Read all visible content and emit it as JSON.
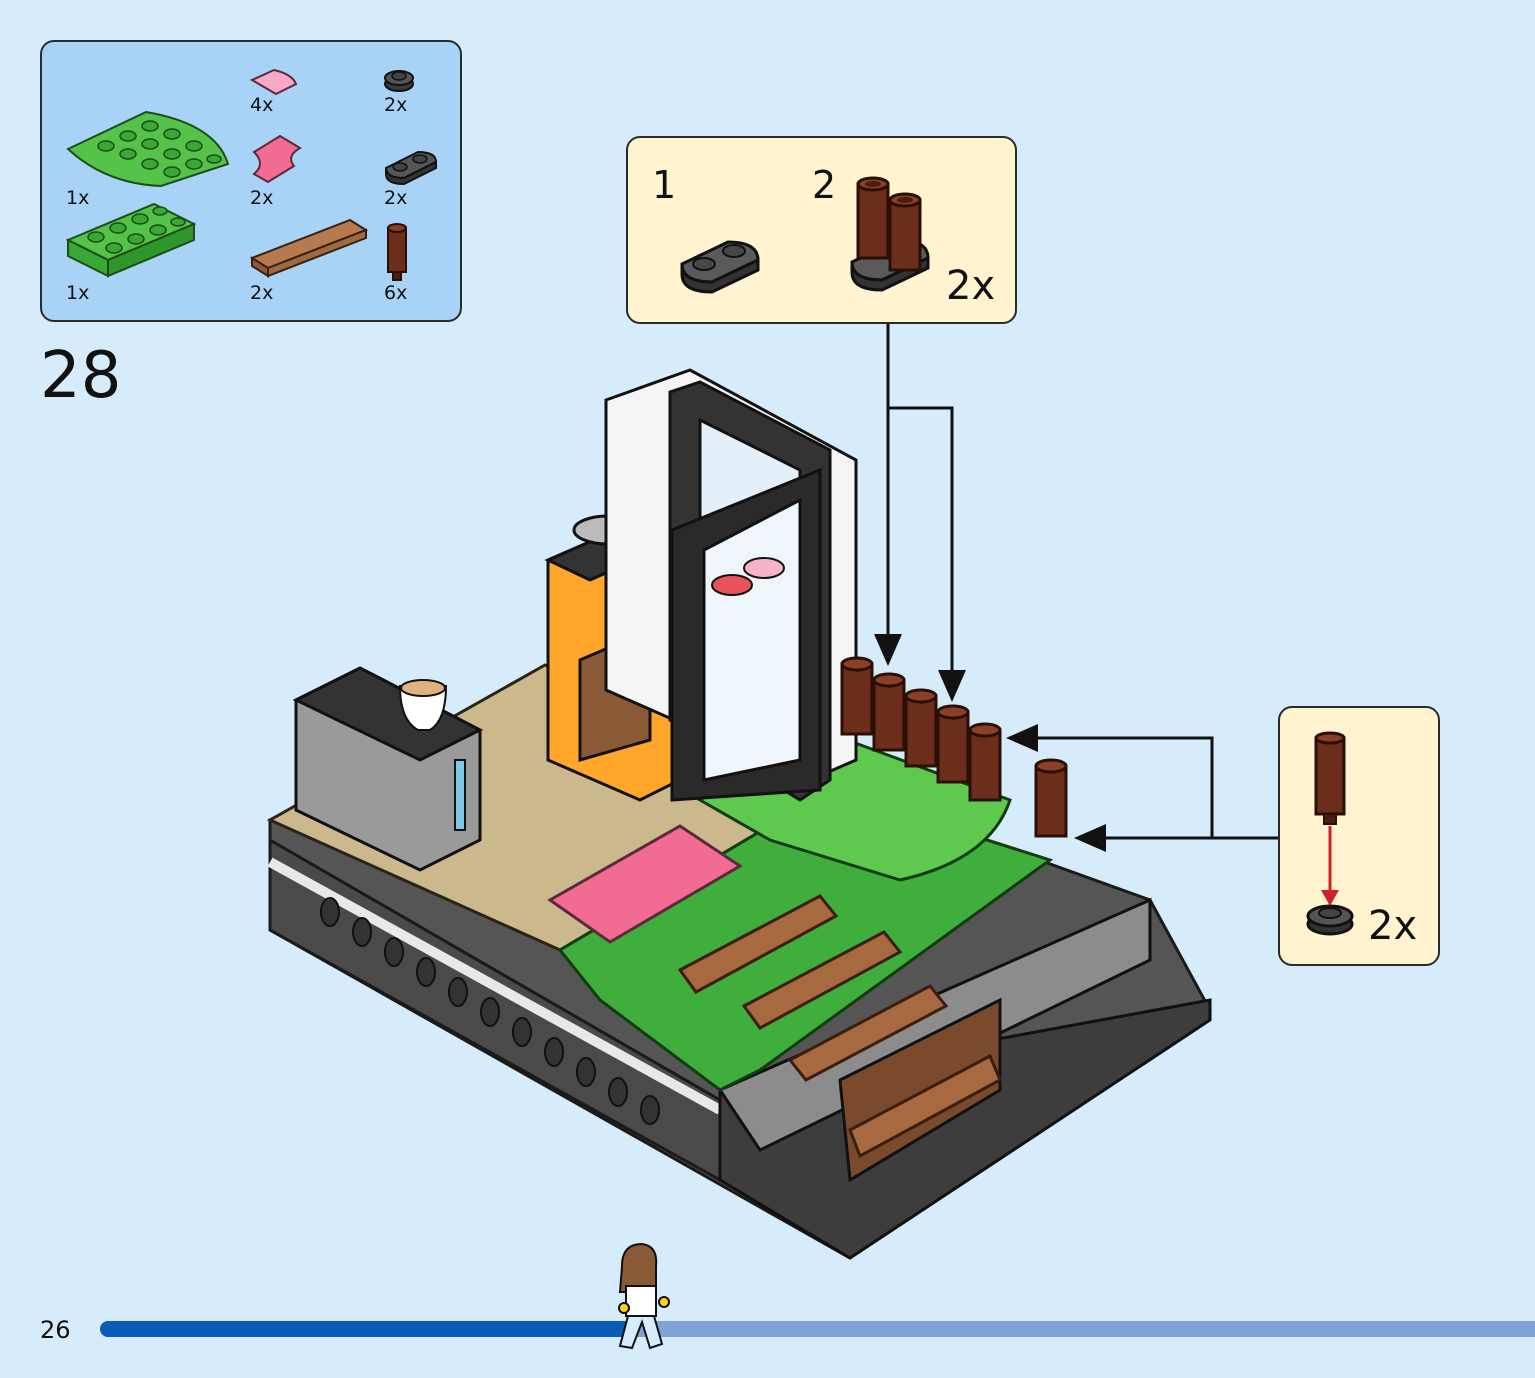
{
  "parts_list": {
    "items": [
      {
        "name": "green-quarter-round-plate",
        "qty": "1x"
      },
      {
        "name": "green-plate-2x4",
        "qty": "1x"
      },
      {
        "name": "pink-quarter-tile",
        "qty": "4x"
      },
      {
        "name": "pink-curved-tile",
        "qty": "2x"
      },
      {
        "name": "brown-tile-1x6",
        "qty": "2x"
      },
      {
        "name": "dark-round-plate",
        "qty": "2x"
      },
      {
        "name": "dark-plate-1x2",
        "qty": "2x"
      },
      {
        "name": "brown-pole",
        "qty": "6x"
      }
    ]
  },
  "step": {
    "number": "28"
  },
  "callout_main": {
    "sub_steps": [
      "1",
      "2"
    ],
    "repeat": "2x"
  },
  "callout_side": {
    "repeat": "2x"
  },
  "footer": {
    "page_number": "26",
    "progress": 0.37
  },
  "colors": {
    "background": "#d6ecfb",
    "parts_box": "#a9d3f6",
    "callout": "#fff4cf",
    "progress_fill": "#0a5bb5",
    "progress_track": "#7fa3d6",
    "green": "#4cbb3f",
    "tan": "#cbb88c",
    "brown": "#6b2e1b",
    "pink": "#f26b92"
  }
}
